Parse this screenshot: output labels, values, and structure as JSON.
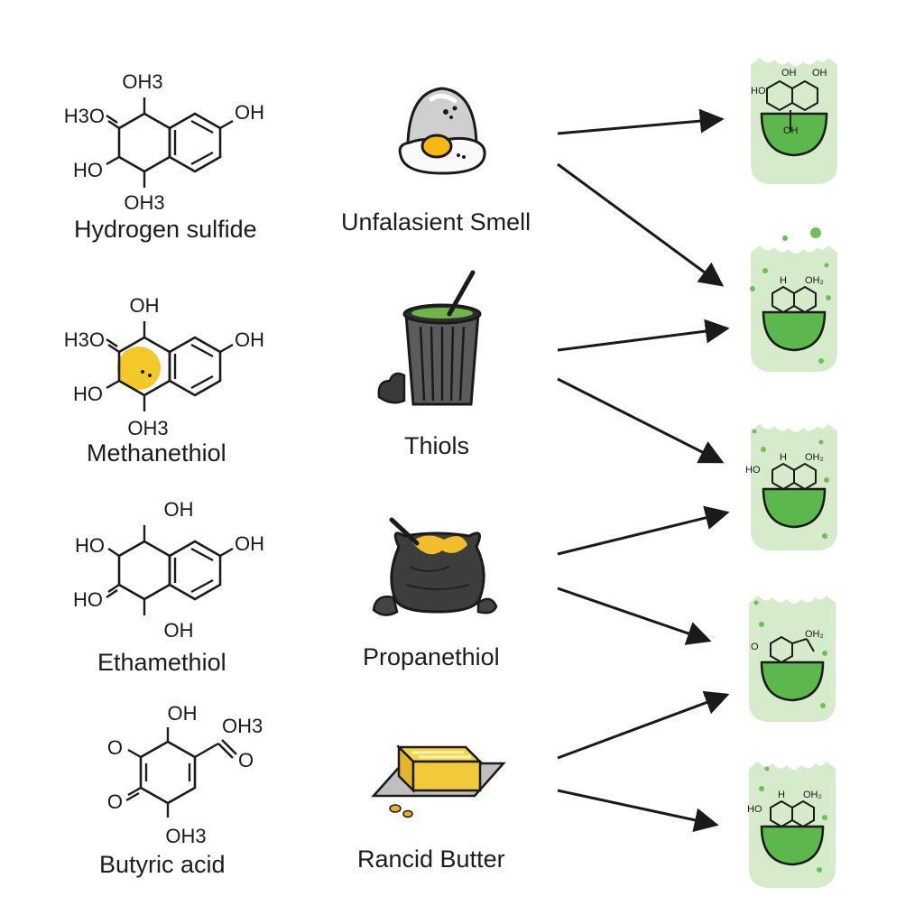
{
  "compounds": [
    {
      "name": "Hydrogen sulfide",
      "groups": {
        "top": "OH3",
        "left_top": "H3O",
        "left_bottom": "HO",
        "bottom": "OH3",
        "right": "OH"
      }
    },
    {
      "name": "Methanethiol",
      "groups": {
        "top": "OH",
        "left_top": "H3O",
        "left_bottom": "HO",
        "bottom": "OH3",
        "right": "OH"
      }
    },
    {
      "name": "Ethamethiol",
      "groups": {
        "top": "OH",
        "left_top": "HO",
        "left_bottom": "HO",
        "bottom": "OH",
        "right": "OH"
      }
    },
    {
      "name": "Butyric acid",
      "groups": {
        "top": "OH",
        "left_top": "O",
        "left_bottom": "O",
        "bottom": "OH3",
        "right": "OH3"
      }
    }
  ],
  "sources": [
    {
      "label": "Unfalasient Smell",
      "icon": "rotten-egg-icon"
    },
    {
      "label": "Thiols",
      "icon": "trash-can-icon"
    },
    {
      "label": "Propanethiol",
      "icon": "garbage-bag-icon"
    },
    {
      "label": "Rancid Butter",
      "icon": "butter-icon"
    }
  ],
  "receptors": [
    {
      "icon": "receptor-cell-icon",
      "groups": [
        "HO",
        "OH",
        "OH",
        "OH"
      ]
    },
    {
      "icon": "receptor-cell-icon",
      "groups": [
        "H",
        "OH₂"
      ]
    },
    {
      "icon": "receptor-cell-icon",
      "groups": [
        "HO",
        "H",
        "OH₂"
      ]
    },
    {
      "icon": "receptor-cell-icon",
      "groups": [
        "O",
        "OH₂"
      ]
    },
    {
      "icon": "receptor-cell-icon",
      "groups": [
        "HO",
        "H",
        "OH₂"
      ]
    }
  ],
  "colors": {
    "receptor_fill": "#cfe7c2",
    "receptor_liquid": "#5cb84c",
    "highlight": "#f3c92a",
    "egg_yolk": "#f7b90f",
    "butter": "#f6d24a",
    "ink": "#1a1a1a"
  }
}
